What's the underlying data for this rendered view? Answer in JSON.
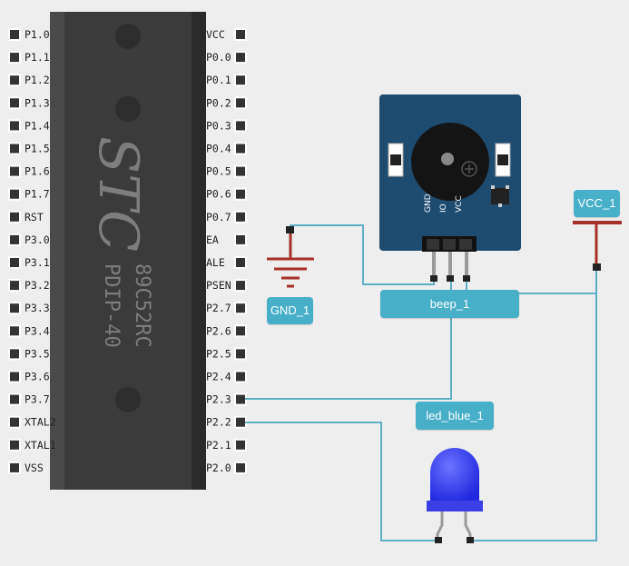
{
  "chip": {
    "brand": "STC",
    "model": "89C52RC",
    "package": "PDIP-40",
    "left_pins": [
      "P1.0",
      "P1.1",
      "P1.2",
      "P1.3",
      "P1.4",
      "P1.5",
      "P1.6",
      "P1.7",
      "RST",
      "P3.0",
      "P3.1",
      "P3.2",
      "P3.3",
      "P3.4",
      "P3.5",
      "P3.6",
      "P3.7",
      "XTAL2",
      "XTAL1",
      "VSS"
    ],
    "right_pins": [
      "VCC",
      "P0.0",
      "P0.1",
      "P0.2",
      "P0.3",
      "P0.4",
      "P0.5",
      "P0.6",
      "P0.7",
      "EA",
      "ALE",
      "PSEN",
      "P2.7",
      "P2.6",
      "P2.5",
      "P2.4",
      "P2.3",
      "P2.2",
      "P2.1",
      "P2.0"
    ]
  },
  "components": {
    "gnd_label": "GND_1",
    "vcc_label": "VCC_1",
    "beep_label": "beep_1",
    "led_label": "led_blue_1",
    "beep_pins": [
      "GND",
      "IO",
      "VCC"
    ]
  },
  "colors": {
    "chip_body": "#3a3a3a",
    "wire": "#5eaec4",
    "power_symbol": "#a8302a",
    "beep_board": "#1e4b70",
    "led": "#2c33ee",
    "tag": "#47afc8"
  }
}
